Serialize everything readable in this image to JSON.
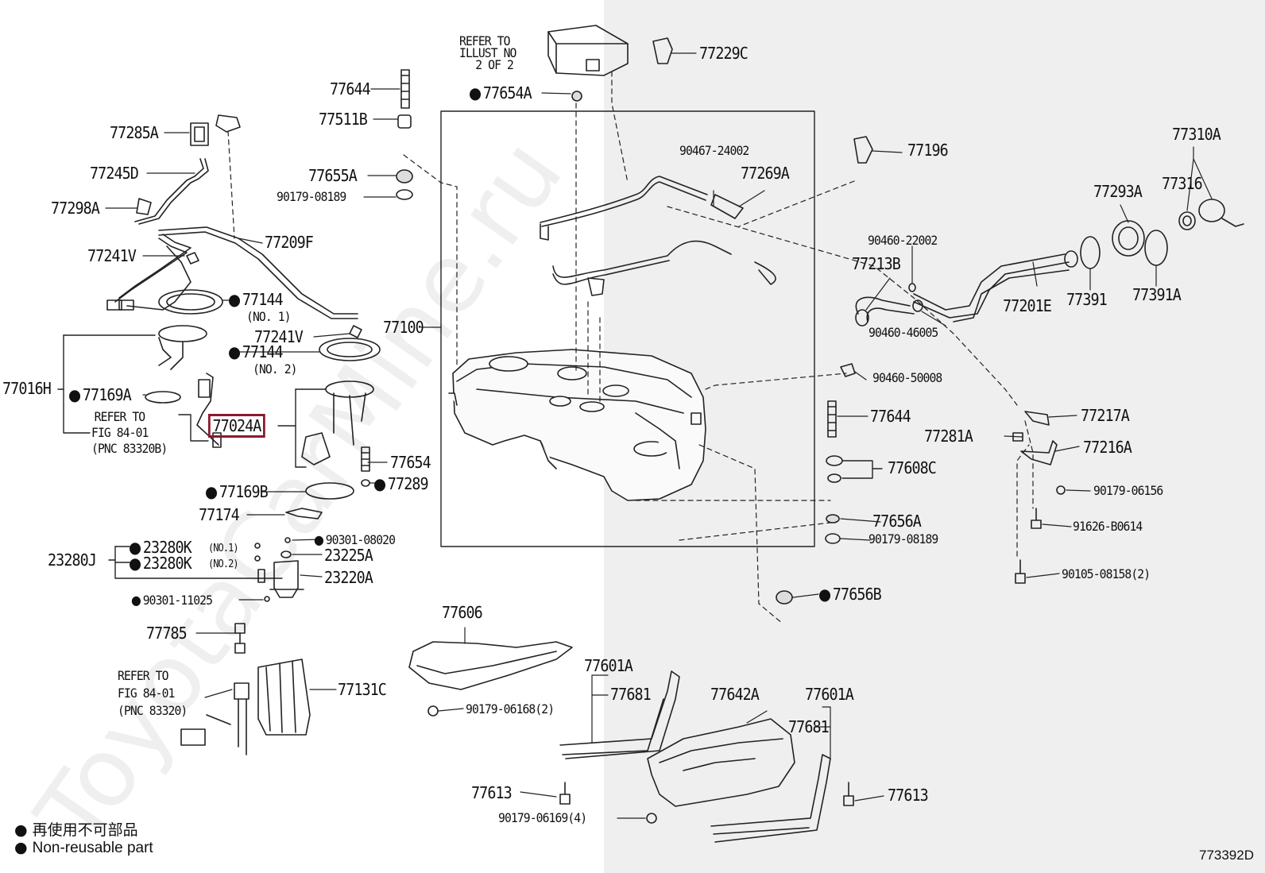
{
  "watermark": "ToyotaCarMine.ru",
  "diagram_code": "773392D",
  "legend": {
    "line1": "再使用不可部品",
    "line2": "Non-reusable part"
  },
  "highlight_color": "#8b1a2e",
  "refer_top": [
    "REFER TO",
    "ILLUST NO",
    "2 OF 2"
  ],
  "refer_left1": [
    "REFER TO",
    "FIG 84-01",
    "(PNC 83320B)"
  ],
  "refer_left2": [
    "REFER TO",
    "FIG 84-01",
    "(PNC 83320)"
  ],
  "labels": {
    "p77644a": "77644",
    "p77511b": "77511B",
    "p77655a": "77655A",
    "p90179_08189a": "90179-08189",
    "p77654a": "77654A",
    "p77229c": "77229C",
    "p77285a": "77285A",
    "p77245d": "77245D",
    "p77298a": "77298A",
    "p77241v_a": "77241V",
    "p77209f": "77209F",
    "p77144_1": "77144",
    "p77144_1n": "(NO. 1)",
    "p77241v_b": "77241V",
    "p77144_2": "77144",
    "p77144_2n": "(NO. 2)",
    "p77016h": "77016H",
    "p77169a": "77169A",
    "p77024a": "77024A",
    "p77654": "77654",
    "p77289": "77289",
    "p77169b": "77169B",
    "p77174": "77174",
    "p77100": "77100",
    "p90467": "90467-24002",
    "p77269a": "77269A",
    "p77196": "77196",
    "p77310a": "77310A",
    "p77316": "77316",
    "p77293a": "77293A",
    "p90460_22002": "90460-22002",
    "p77213b": "77213B",
    "p77201e": "77201E",
    "p77391": "77391",
    "p77391a": "77391A",
    "p90460_46005": "90460-46005",
    "p90460_50008": "90460-50008",
    "p77644b": "77644",
    "p77608c": "77608C",
    "p77656a": "77656A",
    "p90179_08189b": "90179-08189",
    "p77217a": "77217A",
    "p77281a": "77281A",
    "p77216a": "77216A",
    "p90179_06156": "90179-06156",
    "p91626": "91626-B0614",
    "p90105": "90105-08158(2)",
    "p77656b": "77656B",
    "p90301_08020": "90301-08020",
    "p23280k1": "23280K",
    "p23280k1n": "(NO.1)",
    "p23280k2": "23280K",
    "p23280k2n": "(NO.2)",
    "p23280j": "23280J",
    "p23225a": "23225A",
    "p23220a": "23220A",
    "p90301_11025": "90301-11025",
    "p77785": "77785",
    "p77131c": "77131C",
    "p77606": "77606",
    "p90179_06168": "90179-06168(2)",
    "p77601a_a": "77601A",
    "p77681_a": "77681",
    "p77642a": "77642A",
    "p77601a_b": "77601A",
    "p77681_b": "77681",
    "p77613_a": "77613",
    "p90179_06169": "90179-06169(4)",
    "p77613_b": "77613"
  }
}
